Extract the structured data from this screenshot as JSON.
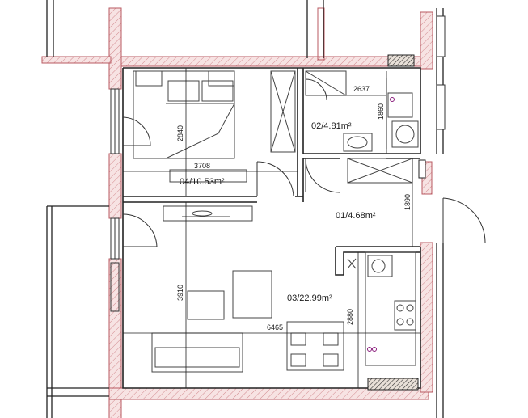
{
  "rooms": [
    {
      "id": "04",
      "label": "04/10.53m²"
    },
    {
      "id": "02",
      "label": "02/4.81m²"
    },
    {
      "id": "01",
      "label": "01/4.68m²"
    },
    {
      "id": "03",
      "label": "03/22.99m²"
    }
  ],
  "dimensions": {
    "bedroom_height": "2840",
    "bedroom_width": "3708",
    "bath_width": "2637",
    "bath_height": "1860",
    "hall_height": "1890",
    "living_height": "3910",
    "living_width": "6465",
    "kitchen_height": "2880"
  },
  "colors": {
    "wall_line": "#c9767c",
    "wall_fill": "#f4dede",
    "line": "#222222",
    "fixture": "#444444",
    "outlet": "#8a1c7c"
  }
}
